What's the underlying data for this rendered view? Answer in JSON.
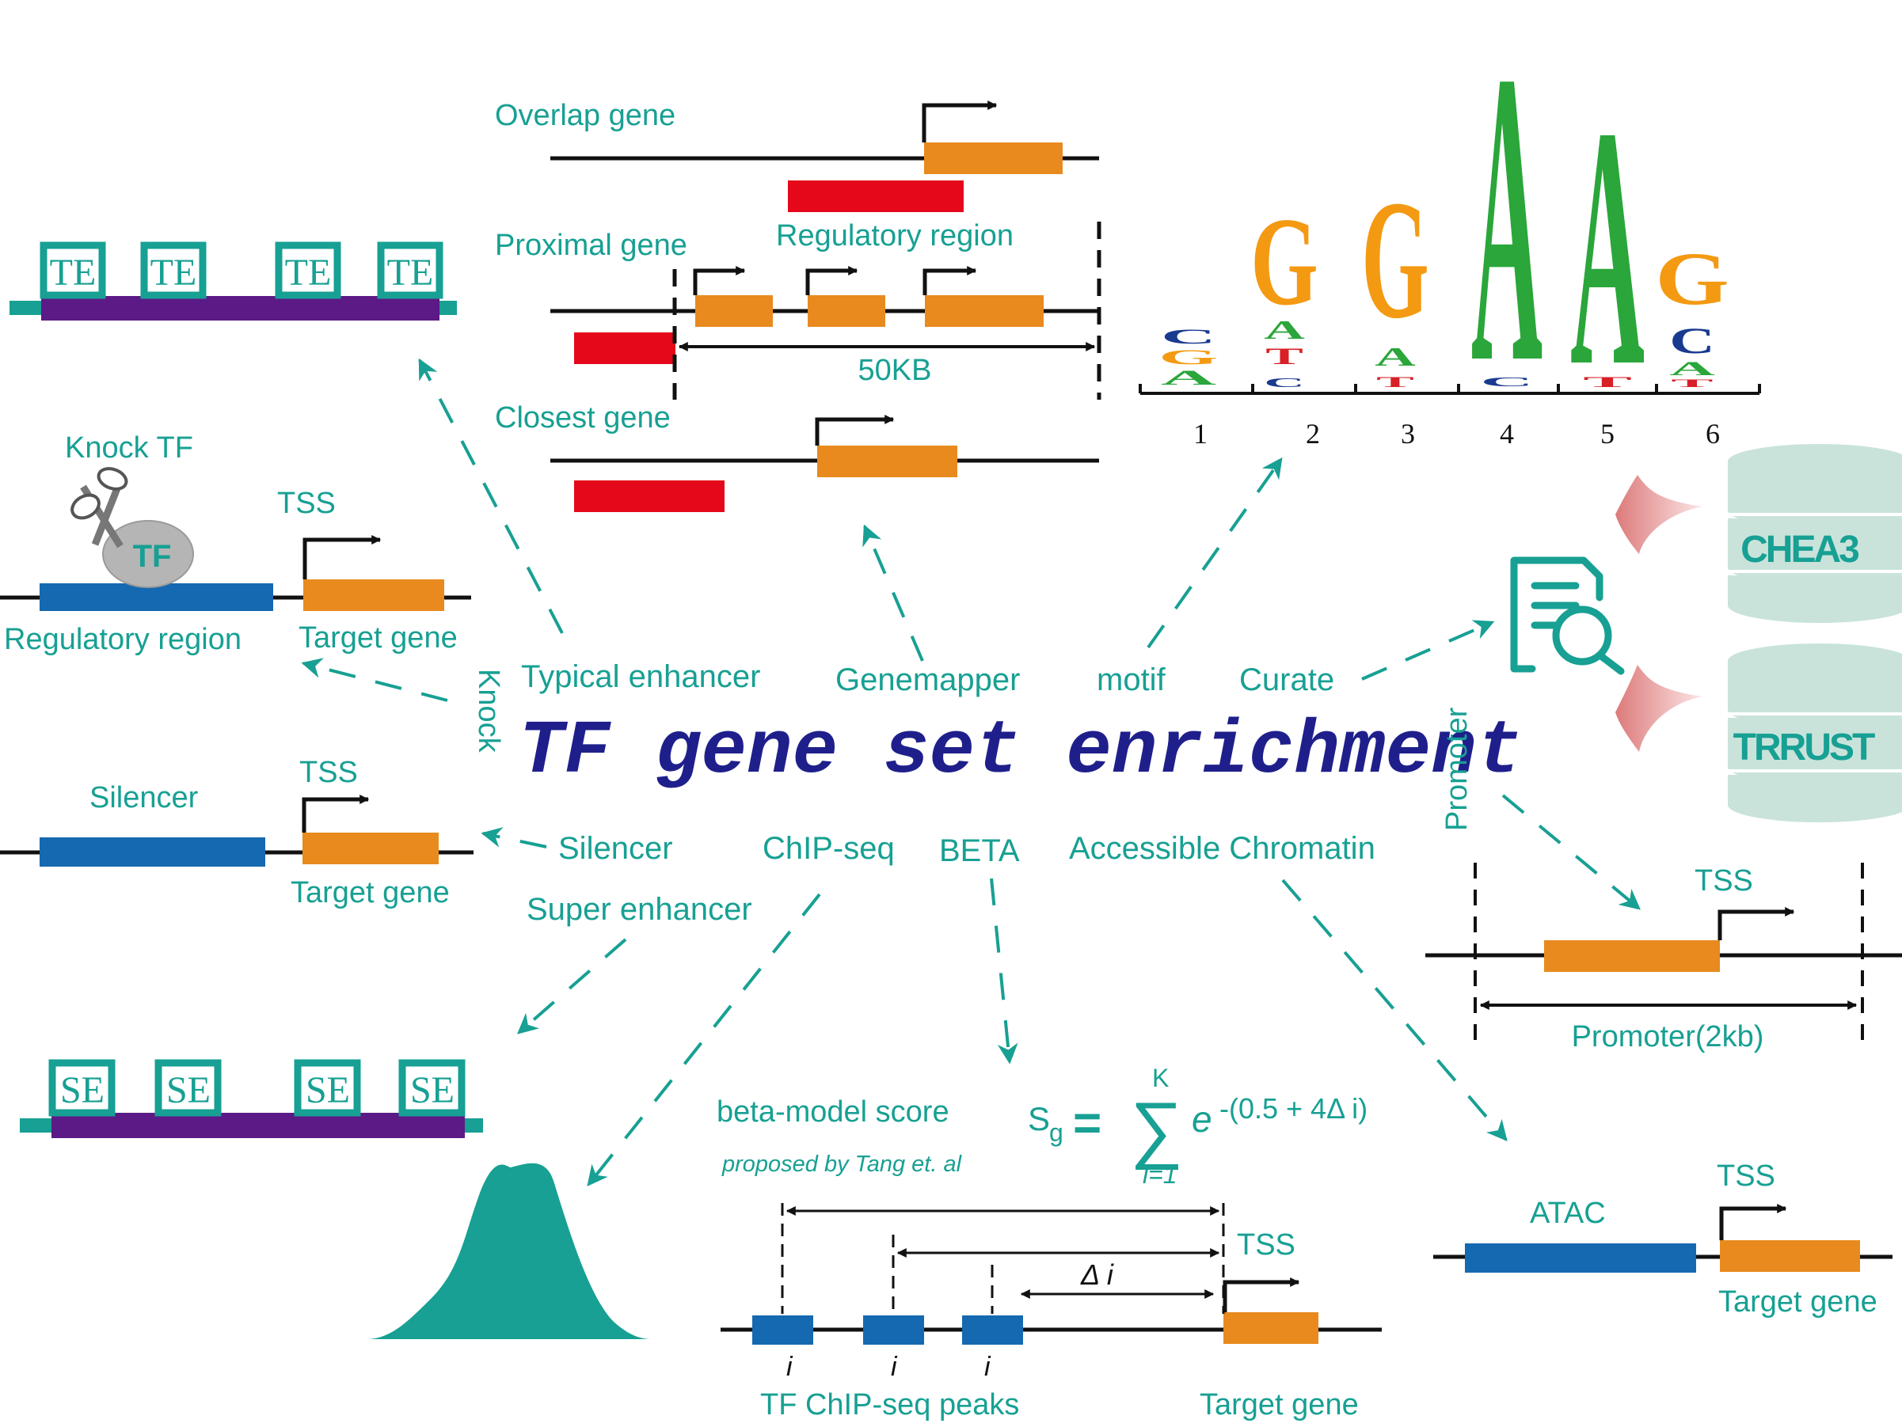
{
  "title": "TF gene set enrichment",
  "colors": {
    "teal": "#17a093",
    "orange": "#e88a1e",
    "blue": "#1569b0",
    "red": "#e4081a",
    "purple": "#5b1a86",
    "navy": "#1f1f8c"
  },
  "methods": {
    "typical_enhancer": "Typical enhancer",
    "genemapper": "Genemapper",
    "motif": "motif",
    "curate": "Curate",
    "knock": "Knock",
    "promoter": "Promoter",
    "silencer": "Silencer",
    "chipseq": "ChIP-seq",
    "beta": "BETA",
    "accessible_chromatin": "Accessible Chromatin",
    "super_enhancer": "Super enhancer"
  },
  "te_panel": {
    "box_label": "TE"
  },
  "genemapper_panel": {
    "overlap": "Overlap gene",
    "proximal": "Proximal gene",
    "closest": "Closest gene",
    "regulatory": "Regulatory region",
    "distance": "50KB"
  },
  "motif_panel": {
    "positions": [
      "1",
      "2",
      "3",
      "4",
      "5",
      "6"
    ],
    "letters": [
      [
        "C",
        "G",
        "A"
      ],
      [
        "G",
        "A",
        "T",
        "C"
      ],
      [
        "G",
        "A",
        "T"
      ],
      [
        "A",
        "C"
      ],
      [
        "A",
        "T"
      ],
      [
        "G",
        "C",
        "A",
        "T"
      ]
    ]
  },
  "knock_panel": {
    "title": "Knock TF",
    "tf": "TF",
    "tss": "TSS",
    "regulatory": "Regulatory region",
    "target": "Target gene"
  },
  "databases": {
    "db1": "CHEA3",
    "db2": "TRRUST"
  },
  "silencer_panel": {
    "title": "Silencer",
    "tss": "TSS",
    "target": "Target gene"
  },
  "promoter_panel": {
    "tss": "TSS",
    "range": "Promoter(2kb)"
  },
  "se_panel": {
    "box_label": "SE"
  },
  "beta_panel": {
    "score_title": "beta-model score",
    "attribution": "proposed by Tang et. al",
    "formula_s": "S",
    "formula_sub": "g",
    "formula_upper": "K",
    "formula_lower": "i=1",
    "formula_e": "e",
    "formula_exp": "-(0.5 + 4Δ i)",
    "delta": "Δ i",
    "peak_mark": "i",
    "tss": "TSS",
    "peaks_label": "TF ChIP-seq peaks",
    "target": "Target gene"
  },
  "atac_panel": {
    "title": "ATAC",
    "tss": "TSS",
    "target": "Target gene"
  }
}
